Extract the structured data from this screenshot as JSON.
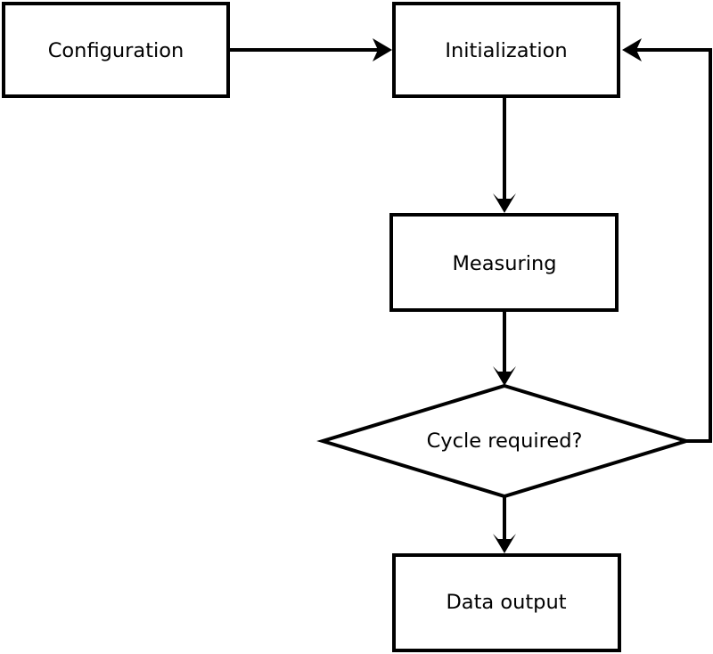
{
  "diagram": {
    "background_color": "#ffffff",
    "line_color": "#000000",
    "text_color": "#000000",
    "nodes": [
      {
        "id": "configuration",
        "label": "Configuration",
        "shape": "rectangle"
      },
      {
        "id": "initialization",
        "label": "Initialization",
        "shape": "rectangle"
      },
      {
        "id": "measuring",
        "label": "Measuring",
        "shape": "rectangle"
      },
      {
        "id": "cycle_required",
        "label": "Cycle required?",
        "shape": "diamond"
      },
      {
        "id": "data_output",
        "label": "Data output",
        "shape": "rectangle"
      }
    ],
    "edges": [
      {
        "from": "configuration",
        "to": "initialization",
        "direction": "right"
      },
      {
        "from": "initialization",
        "to": "measuring",
        "direction": "down"
      },
      {
        "from": "measuring",
        "to": "cycle_required",
        "direction": "down"
      },
      {
        "from": "cycle_required",
        "to": "data_output",
        "direction": "down"
      },
      {
        "from": "cycle_required",
        "to": "initialization",
        "direction": "right-then-up-loop"
      }
    ]
  }
}
